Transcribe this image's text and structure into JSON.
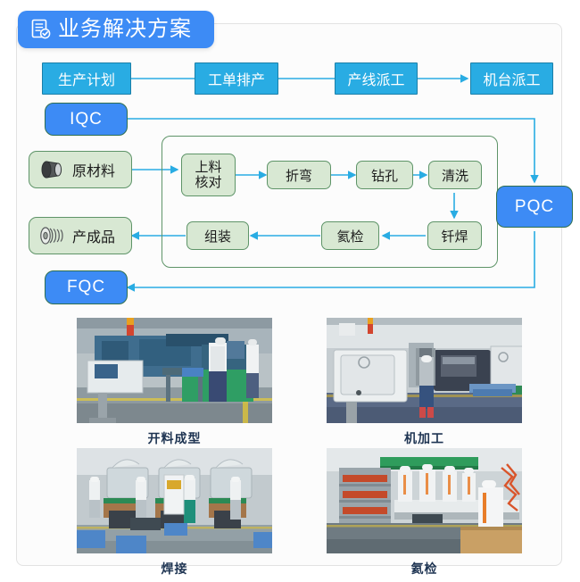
{
  "header": {
    "title": "业务解决方案",
    "icon": "clipboard-check-icon",
    "bg_color": "#3d8bf5"
  },
  "colors": {
    "panel_bg": "#fcfcfc",
    "panel_border": "#e2e2e2",
    "planning_box": "#29ace3",
    "planning_border": "#1a7fa8",
    "qc_box": "#3d8bf5",
    "process_box": "#d8e8d3",
    "process_border": "#5e9468",
    "arrow": "#29ace3",
    "caption_text": "#1e3452"
  },
  "planning_row": [
    {
      "label": "生产计划"
    },
    {
      "label": "工单排产"
    },
    {
      "label": "产线派工"
    },
    {
      "label": "机台派工"
    }
  ],
  "qc_nodes": [
    {
      "label": "IQC",
      "name": "iqc-node"
    },
    {
      "label": "PQC",
      "name": "pqc-node"
    },
    {
      "label": "FQC",
      "name": "fqc-node"
    }
  ],
  "material_nodes": [
    {
      "label": "原材料",
      "icon": "cylinder-material-icon"
    },
    {
      "label": "产成品",
      "icon": "coil-product-icon"
    }
  ],
  "process_row_1": [
    {
      "label_line1": "上料",
      "label_line2": "核对"
    },
    {
      "label_line1": "折弯",
      "label_line2": ""
    },
    {
      "label_line1": "钻孔",
      "label_line2": ""
    },
    {
      "label_line1": "清洗",
      "label_line2": ""
    }
  ],
  "process_row_2": [
    {
      "label_line1": "钎焊",
      "label_line2": ""
    },
    {
      "label_line1": "氦检",
      "label_line2": ""
    },
    {
      "label_line1": "组装",
      "label_line2": ""
    }
  ],
  "photos": [
    {
      "caption": "开料成型",
      "name": "photo-card-forming"
    },
    {
      "caption": "机加工",
      "name": "photo-card-machining"
    },
    {
      "caption": "焊接",
      "name": "photo-card-welding"
    },
    {
      "caption": "氦检",
      "name": "photo-card-helium-test"
    }
  ]
}
